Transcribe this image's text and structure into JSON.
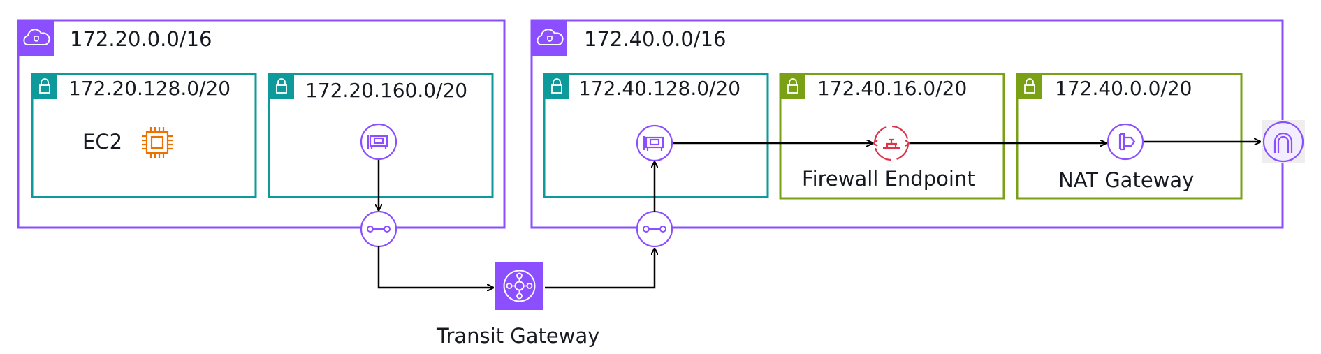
{
  "vpcs": [
    {
      "cidr": "172.20.0.0/16"
    },
    {
      "cidr": "172.40.0.0/16"
    }
  ],
  "subnets": [
    {
      "cidr": "172.20.128.0/20",
      "color": "#0e9a9a"
    },
    {
      "cidr": "172.20.160.0/20",
      "color": "#0e9a9a"
    },
    {
      "cidr": "172.40.128.0/20",
      "color": "#0e9a9a"
    },
    {
      "cidr": "172.40.16.0/20",
      "color": "#7aa116"
    },
    {
      "cidr": "172.40.0.0/20",
      "color": "#7aa116"
    }
  ],
  "nodes": {
    "ec2": "EC2",
    "firewall_endpoint": "Firewall Endpoint",
    "nat_gateway": "NAT Gateway",
    "transit_gateway": "Transit Gateway"
  },
  "colors": {
    "vpc_border": "#8c4fff",
    "private_subnet": "#0e9a9a",
    "public_subnet": "#7aa116",
    "ec2_icon": "#ed7100",
    "firewall_icon": "#dd344c",
    "network_icon": "#8c4fff",
    "arrow": "#000000"
  },
  "icons": [
    "vpc-cloud-icon",
    "lock-icon",
    "ec2-chip-icon",
    "network-interface-icon",
    "transit-gateway-attachment-icon",
    "network-firewall-endpoint-icon",
    "nat-gateway-icon",
    "internet-gateway-icon",
    "transit-gateway-icon"
  ]
}
